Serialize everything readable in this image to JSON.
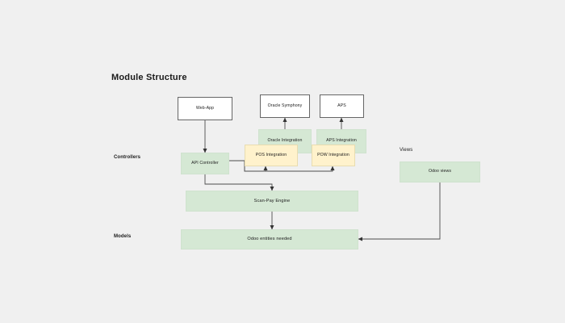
{
  "diagram": {
    "title": "Module Structure",
    "background_color": "#f0f0f0",
    "colors": {
      "green_fill": "#d5e8d4",
      "yellow_fill": "#fff2cc",
      "white_fill": "#ffffff",
      "edge_stroke": "#4d4d4d",
      "white_box_stroke": "#666666"
    },
    "swimlanes": [
      {
        "key": "controllers",
        "label": "Controllers"
      },
      {
        "key": "models",
        "label": "Models"
      }
    ],
    "sections": [
      {
        "key": "views",
        "label": "Views"
      }
    ],
    "nodes": [
      {
        "key": "web_app",
        "label": "Web-App",
        "style": "white"
      },
      {
        "key": "oracle_symphony",
        "label": "Oracle Symphony",
        "style": "white"
      },
      {
        "key": "aps",
        "label": "APS",
        "style": "white"
      },
      {
        "key": "oracle_integration",
        "label": "Oracle Integration",
        "style": "green"
      },
      {
        "key": "aps_integration",
        "label": "APS Integration",
        "style": "green"
      },
      {
        "key": "pos_integration",
        "label": "POS Integration",
        "style": "yellow"
      },
      {
        "key": "pow_integration",
        "label": "POW Integration",
        "style": "yellow"
      },
      {
        "key": "api_controller",
        "label": "API Controller",
        "style": "green"
      },
      {
        "key": "scan_pay_engine",
        "label": "Scan-Pay Engine",
        "style": "green"
      },
      {
        "key": "odoo_entities",
        "label": "Odoo entities needed",
        "style": "green"
      },
      {
        "key": "odoo_views",
        "label": "Odoo views",
        "style": "green"
      }
    ],
    "edges": [
      {
        "from": "web_app",
        "to": "api_controller"
      },
      {
        "from": "oracle_integration",
        "to": "oracle_symphony"
      },
      {
        "from": "aps_integration",
        "to": "aps"
      },
      {
        "from": "api_controller",
        "to": "pos_integration"
      },
      {
        "from": "api_controller",
        "to": "pow_integration"
      },
      {
        "from": "api_controller",
        "to": "scan_pay_engine"
      },
      {
        "from": "scan_pay_engine",
        "to": "odoo_entities"
      },
      {
        "from": "odoo_views",
        "to": "odoo_entities"
      }
    ]
  }
}
